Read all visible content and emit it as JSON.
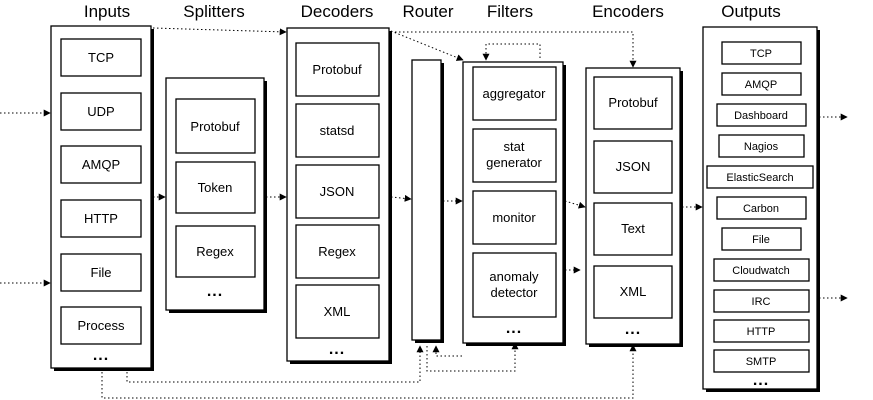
{
  "headers": {
    "inputs": "Inputs",
    "splitters": "Splitters",
    "decoders": "Decoders",
    "router": "Router",
    "filters": "Filters",
    "encoders": "Encoders",
    "outputs": "Outputs"
  },
  "inputs": {
    "items": [
      "TCP",
      "UDP",
      "AMQP",
      "HTTP",
      "File",
      "Process"
    ],
    "more": "..."
  },
  "splitters": {
    "items": [
      "Protobuf",
      "Token",
      "Regex"
    ],
    "more": "..."
  },
  "decoders": {
    "items": [
      "Protobuf",
      "statsd",
      "JSON",
      "Regex",
      "XML"
    ],
    "more": "..."
  },
  "filters": {
    "items": [
      "aggregator",
      "stat\ngenerator",
      "monitor",
      "anomaly\ndetector"
    ],
    "more": "..."
  },
  "encoders": {
    "items": [
      "Protobuf",
      "JSON",
      "Text",
      "XML"
    ],
    "more": "..."
  },
  "outputs": {
    "items": [
      "TCP",
      "AMQP",
      "Dashboard",
      "Nagios",
      "ElasticSearch",
      "Carbon",
      "File",
      "Cloudwatch",
      "IRC",
      "HTTP",
      "SMTP"
    ],
    "more": "..."
  }
}
